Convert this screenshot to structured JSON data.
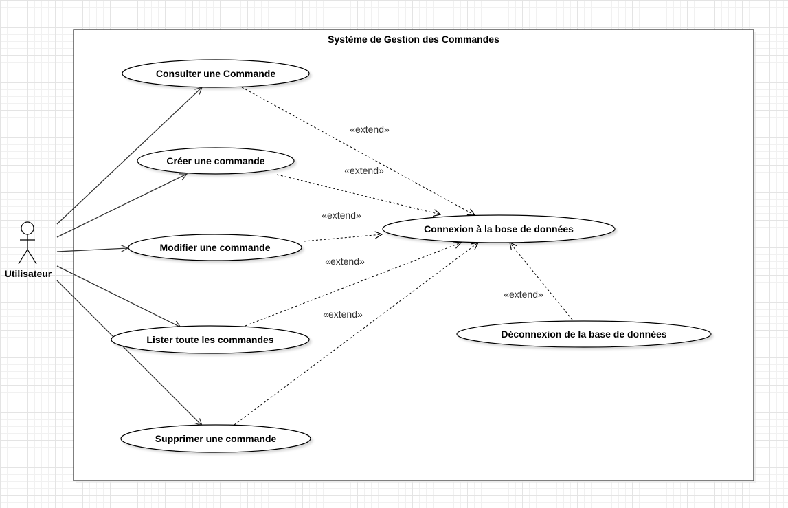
{
  "system": {
    "title": "Système de Gestion des Commandes"
  },
  "actor": {
    "label": "Utilisateur"
  },
  "use_cases": {
    "consulter": "Consulter une Commande",
    "creer": "Créer une commande",
    "modifier": "Modifier une commande",
    "lister": "Lister toute les commandes",
    "supprimer": "Supprimer une commande",
    "connexion": "Connexion à la bose de données",
    "deconnexion": "Déconnexion de la base de données"
  },
  "relations": {
    "extend_label": "«extend»"
  }
}
